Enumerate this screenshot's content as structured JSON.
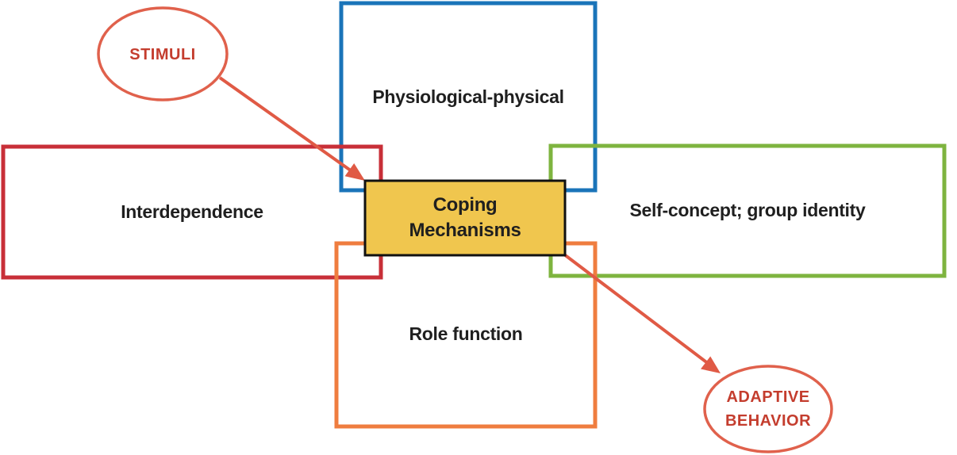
{
  "diagram": {
    "background": "#ffffff",
    "text_color": "#1f1f1f",
    "arrow_color": "#e05a45",
    "center_box": {
      "line1": "Coping",
      "line2": "Mechanisms",
      "fill": "#f0c64e",
      "border": "#111111"
    },
    "boxes": {
      "physiological": {
        "label": "Physiological-physical",
        "color": "#1a74b9"
      },
      "interdependence": {
        "label": "Interdependence",
        "color": "#c82f38"
      },
      "self_concept": {
        "label": "Self-concept; group identity",
        "color": "#7eb43f"
      },
      "role_function": {
        "label": "Role function",
        "color": "#ef7d3f"
      }
    },
    "stimuli": {
      "label": "STIMULI",
      "text_color": "#c43d2e",
      "outline_color": "#e0614c"
    },
    "adaptive_behavior": {
      "line1": "ADAPTIVE",
      "line2": "BEHAVIOR",
      "text_color": "#c43d2e",
      "outline_color": "#e0614c"
    }
  }
}
